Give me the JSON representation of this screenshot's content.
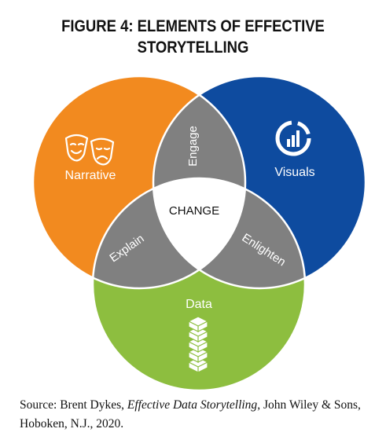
{
  "title": {
    "line1": "FIGURE 4: ELEMENTS OF EFFECTIVE",
    "line2": "STORYTELLING"
  },
  "diagram": {
    "circles": [
      {
        "label": "Narrative",
        "color": "#F28A1F",
        "icon": "theater-masks-icon"
      },
      {
        "label": "Visuals",
        "color": "#0E4B9F",
        "icon": "bar-chart-gauge-icon"
      },
      {
        "label": "Data",
        "color": "#8DBE3F",
        "icon": "stacked-data-icon"
      }
    ],
    "overlaps": {
      "narrative_visuals": "Engage",
      "narrative_data": "Explain",
      "visuals_data": "Enlighten",
      "center": "CHANGE"
    },
    "overlap_color": "#808080",
    "center_color": "#ffffff"
  },
  "source": {
    "prefix": "Source: Brent Dykes, ",
    "book": "Effective Data Storytelling",
    "suffix": ", John Wiley & Sons, Hoboken, N.J., 2020."
  }
}
